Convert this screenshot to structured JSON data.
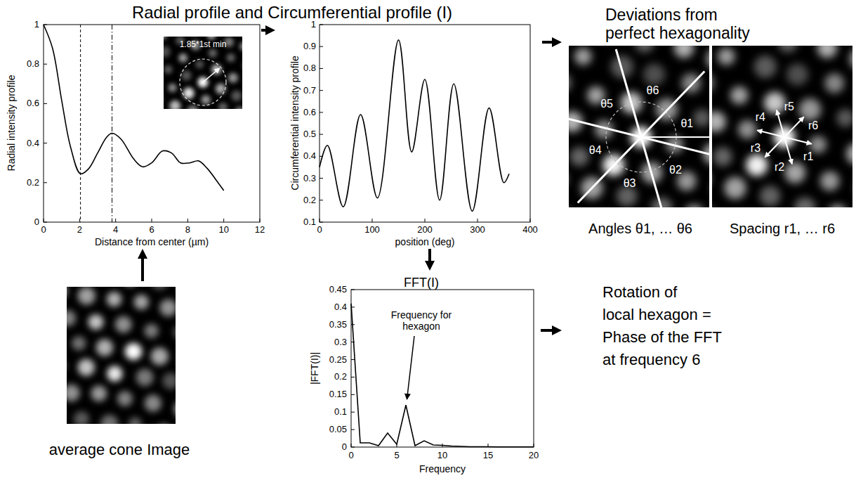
{
  "diagram": {
    "title": "Radial profile and Circumferential profile (I)",
    "nodes": [
      {
        "text": [
          "Radial intensity profile",
          "Distance from center (µm)"
        ]
      },
      {
        "text": [
          "1.85*1st min"
        ],
        "in": 0
      },
      {
        "text": [
          "Circumferential intensity profile",
          "position (deg)"
        ]
      },
      {
        "text": [
          "Deviations from perfect hexagonality"
        ]
      },
      {
        "text": [
          "Angles θ1, … θ6"
        ],
        "in": 3
      },
      {
        "text": [
          "Spacing r1, … r6"
        ],
        "in": 3
      },
      {
        "text": [
          "average cone Image"
        ]
      },
      {
        "text": [
          "FFT(I)",
          "|FFT(I)|",
          "Frequency"
        ]
      },
      {
        "text": [
          "Rotation of local hexagon = Phase of the FFT at frequency 6"
        ]
      }
    ],
    "edges": [
      {
        "from": 6,
        "to": 0,
        "arrow": "to"
      },
      {
        "from": 0,
        "to": 2,
        "arrow": "to"
      },
      {
        "from": 2,
        "to": 3,
        "arrow": "to"
      },
      {
        "from": 2,
        "to": 7,
        "arrow": "to"
      },
      {
        "from": 7,
        "to": 8,
        "arrow": "to"
      }
    ],
    "labels": [
      "0",
      "0.2",
      "0.4",
      "0.6",
      "0.8",
      "1",
      "0",
      "2",
      "4",
      "6",
      "8",
      "10",
      "12",
      "0.1",
      "0.2",
      "0.3",
      "0.4",
      "0.5",
      "0.6",
      "0.7",
      "0.8",
      "0.9",
      "1",
      "0",
      "100",
      "200",
      "300",
      "400",
      "0",
      "0.05",
      "0.1",
      "0.15",
      "0.2",
      "0.25",
      "0.3",
      "0.35",
      "0.4",
      "0.45",
      "0",
      "5",
      "10",
      "15",
      "20",
      "Frequency for hexagon",
      "θ5",
      "θ6",
      "θ4",
      "θ1",
      "θ3",
      "θ2",
      "r5",
      "r6",
      "r4",
      "r1",
      "r3",
      "r2"
    ]
  }
}
